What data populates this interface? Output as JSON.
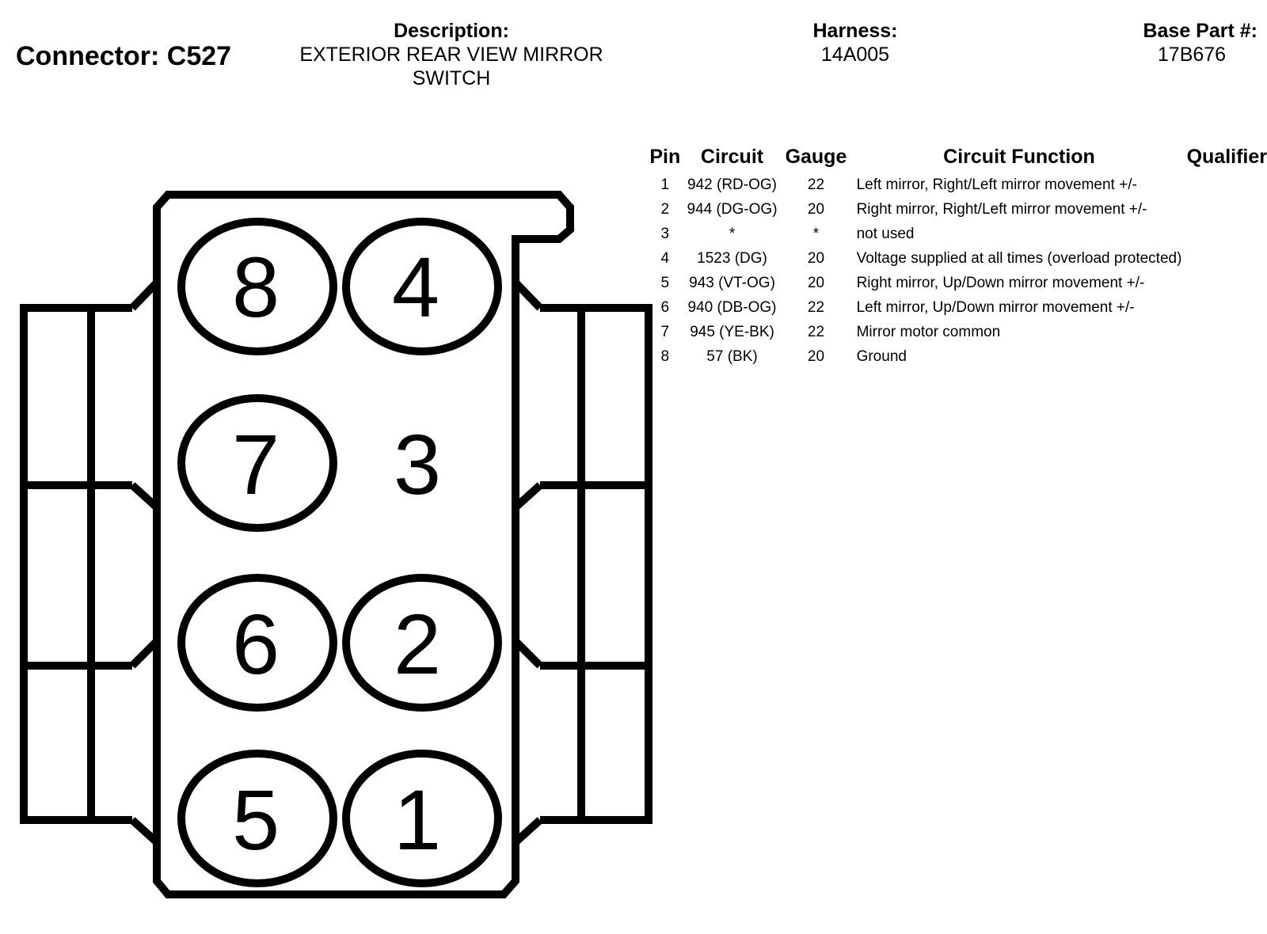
{
  "header": {
    "connector_title": "Connector: C527",
    "description_label": "Description:",
    "description_line1": "EXTERIOR REAR VIEW MIRROR",
    "description_line2": "SWITCH",
    "harness_label": "Harness:",
    "harness_value": "14A005",
    "base_part_label": "Base Part #:",
    "base_part_value": "17B676"
  },
  "table": {
    "columns": {
      "pin": "Pin",
      "circuit": "Circuit",
      "gauge": "Gauge",
      "function": "Circuit Function",
      "qualifier": "Qualifier"
    },
    "rows": [
      {
        "pin": "1",
        "circuit": "942 (RD-OG)",
        "gauge": "22",
        "function": "Left mirror, Right/Left mirror movement +/-",
        "qualifier": ""
      },
      {
        "pin": "2",
        "circuit": "944 (DG-OG)",
        "gauge": "20",
        "function": "Right mirror, Right/Left mirror movement +/-",
        "qualifier": ""
      },
      {
        "pin": "3",
        "circuit": "*",
        "gauge": "*",
        "function": "not used",
        "qualifier": ""
      },
      {
        "pin": "4",
        "circuit": "1523 (DG)",
        "gauge": "20",
        "function": "Voltage supplied at all times (overload protected)",
        "qualifier": ""
      },
      {
        "pin": "5",
        "circuit": "943 (VT-OG)",
        "gauge": "20",
        "function": "Right mirror, Up/Down mirror movement +/-",
        "qualifier": ""
      },
      {
        "pin": "6",
        "circuit": "940 (DB-OG)",
        "gauge": "22",
        "function": "Left mirror, Up/Down mirror movement +/-",
        "qualifier": ""
      },
      {
        "pin": "7",
        "circuit": "945 (YE-BK)",
        "gauge": "22",
        "function": "Mirror motor common",
        "qualifier": ""
      },
      {
        "pin": "8",
        "circuit": "57 (BK)",
        "gauge": "20",
        "function": "Ground",
        "qualifier": ""
      }
    ]
  },
  "diagram": {
    "pins": {
      "p1": "1",
      "p2": "2",
      "p3": "3",
      "p4": "4",
      "p5": "5",
      "p6": "6",
      "p7": "7",
      "p8": "8"
    },
    "line_color": "#000000"
  }
}
